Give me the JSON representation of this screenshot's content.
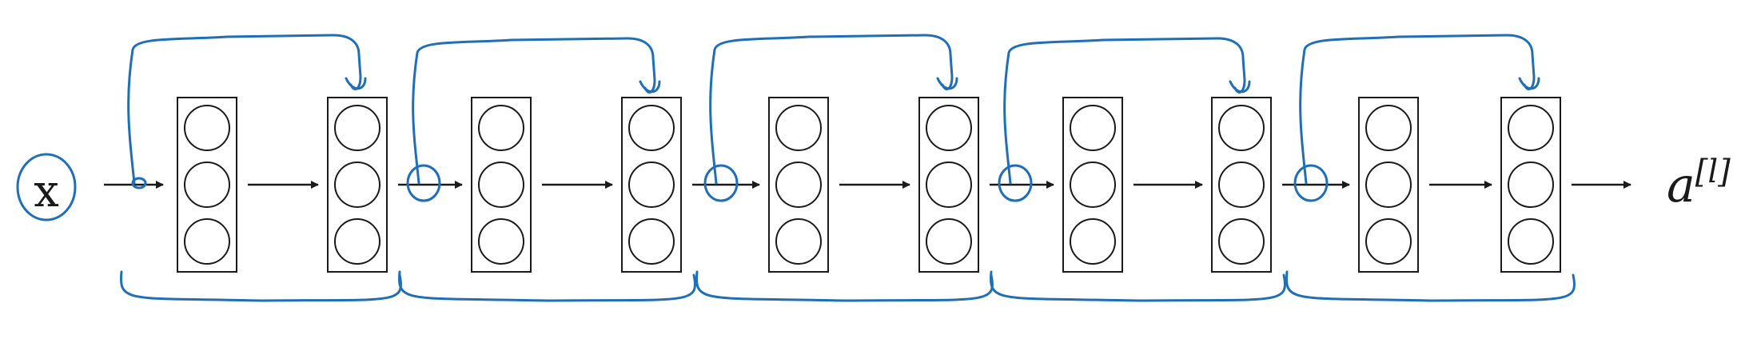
{
  "input_label": "x",
  "output_label": {
    "base": "a",
    "superscript": "[l]"
  },
  "network": {
    "residual_blocks": 5,
    "layers_per_block": 2,
    "units_per_layer": 3
  },
  "colors": {
    "ink": "#1a1a1a",
    "annotation": "#1f6fb8",
    "background": "#ffffff"
  }
}
